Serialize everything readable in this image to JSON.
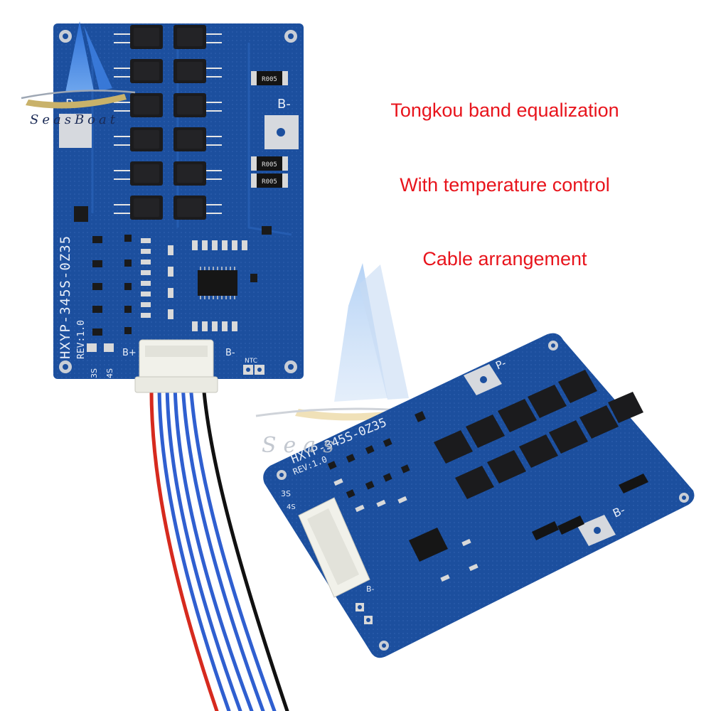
{
  "features": [
    "Tongkou band equalization",
    "With temperature control",
    "Cable arrangement"
  ],
  "board": {
    "model": "HXYP-345S-0Z35",
    "revision": "REV:1.0",
    "pad_p_minus": "P-",
    "pad_b_minus": "B-",
    "label_b_plus": "B+",
    "label_b_minus_small": "B-",
    "label_ntc": "NTC",
    "label_3s": "3S",
    "label_4s": "4S",
    "resistor_code": "R005"
  },
  "watermark": {
    "brand_top": "SeasBoat",
    "brand_bottom": "Seas"
  },
  "colors": {
    "pcb": "#1c4f9e",
    "pcb_dark": "#163f82",
    "feature_text": "#e8141c",
    "connector": "#f1f1ea",
    "wire_red": "#d62a1e",
    "wire_blue": "#2f5fd0",
    "wire_black": "#111111"
  }
}
